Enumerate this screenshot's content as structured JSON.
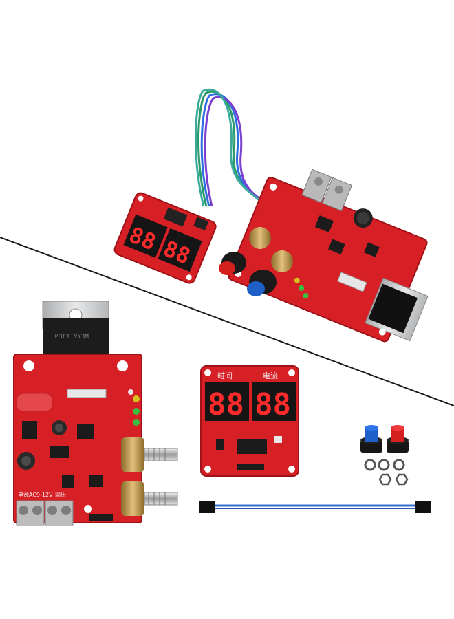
{
  "colors": {
    "pcb_red": "#d71f26",
    "pcb_dark_red": "#a3141a",
    "segment_red": "#ff2a2a",
    "display_black": "#151515",
    "heatsink_silver": "#c9cbcd",
    "terminal_grey": "#b9b9b9",
    "knob_blue": "#1f5fc8",
    "knob_red": "#d52020",
    "cable_blue": "#3a6fd0"
  },
  "display_module": {
    "label_time": "时间",
    "label_current": "电流",
    "digits_left": "88",
    "digits_right": "88"
  },
  "main_board": {
    "label_power": "电源AC9-12V",
    "label_output": "输出"
  },
  "icons": [
    "pcb-board",
    "seven-segment-display",
    "potentiometer",
    "knob",
    "washer",
    "hex-nut",
    "dupont-cable",
    "screw-terminal",
    "heatsink"
  ]
}
